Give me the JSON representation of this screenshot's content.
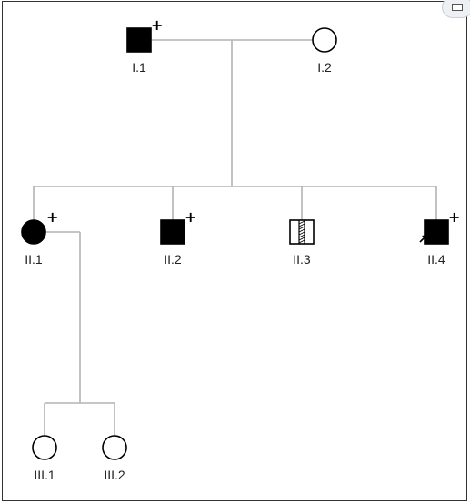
{
  "pedigree": {
    "individuals": [
      {
        "id": "I.1",
        "label": "I.1",
        "sex": "male",
        "affected": true,
        "carrier": false,
        "marker": "+",
        "proband": false
      },
      {
        "id": "I.2",
        "label": "I.2",
        "sex": "female",
        "affected": false,
        "carrier": false,
        "marker": "",
        "proband": false
      },
      {
        "id": "II.1",
        "label": "II.1",
        "sex": "female",
        "affected": true,
        "carrier": false,
        "marker": "+",
        "proband": false
      },
      {
        "id": "II.2",
        "label": "II.2",
        "sex": "male",
        "affected": true,
        "carrier": false,
        "marker": "+",
        "proband": false
      },
      {
        "id": "II.3",
        "label": "II.3",
        "sex": "male",
        "affected": false,
        "carrier": true,
        "marker": "",
        "proband": false
      },
      {
        "id": "II.4",
        "label": "II.4",
        "sex": "male",
        "affected": true,
        "carrier": false,
        "marker": "+",
        "proband": true
      },
      {
        "id": "III.1",
        "label": "III.1",
        "sex": "female",
        "affected": false,
        "carrier": false,
        "marker": "",
        "proband": false
      },
      {
        "id": "III.2",
        "label": "III.2",
        "sex": "female",
        "affected": false,
        "carrier": false,
        "marker": "",
        "proband": false
      }
    ],
    "colors": {
      "line": "#b3b3b3",
      "symbol_stroke": "#000000",
      "affected_fill": "#000000",
      "unaffected_fill": "#ffffff"
    }
  },
  "widget": {
    "icon": "window-restore-icon"
  }
}
